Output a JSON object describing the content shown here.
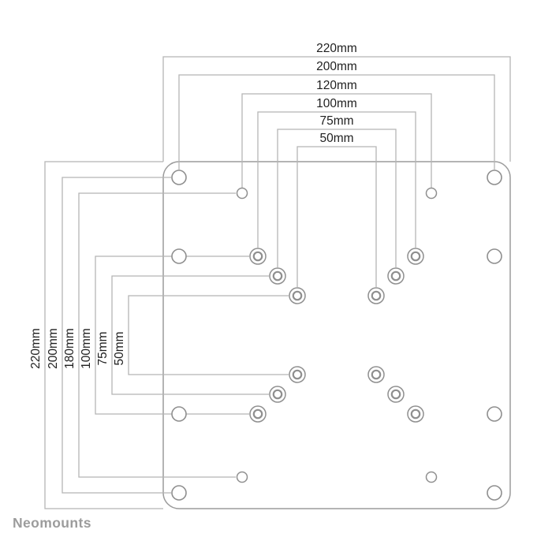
{
  "brand": "Neomounts",
  "diagram": {
    "horizontal_dimensions": [
      {
        "label": "220mm"
      },
      {
        "label": "200mm"
      },
      {
        "label": "120mm"
      },
      {
        "label": "100mm"
      },
      {
        "label": "75mm"
      },
      {
        "label": "50mm"
      }
    ],
    "vertical_dimensions": [
      {
        "label": "220mm"
      },
      {
        "label": "200mm"
      },
      {
        "label": "180mm"
      },
      {
        "label": "100mm"
      },
      {
        "label": "75mm"
      },
      {
        "label": "50mm"
      }
    ]
  },
  "colors": {
    "dimension_line": "#b5b5b5",
    "plate_stroke": "#9b9b9b",
    "hole_stroke": "#8f8f8f",
    "label_text": "#1f1f1f",
    "brand_text": "#9c9c9c"
  }
}
